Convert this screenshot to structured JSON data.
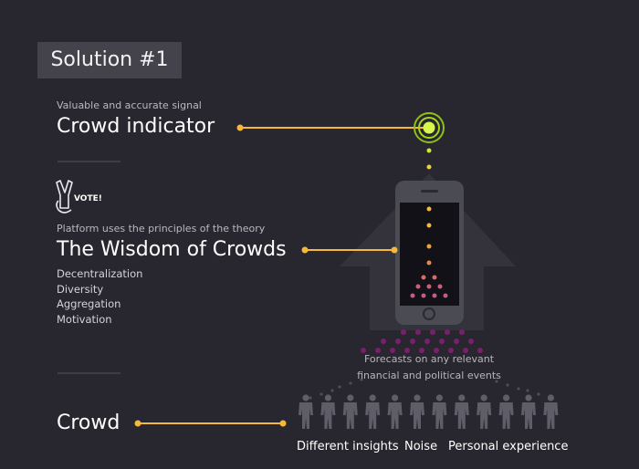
{
  "header": {
    "title": "Solution #1"
  },
  "signal": {
    "subtitle": "Valuable and accurate signal",
    "title": "Crowd indicator"
  },
  "vote": {
    "badge": "VOTE!"
  },
  "theory": {
    "subtitle": "Platform uses the principles of the theory",
    "title": "The Wisdom of Crowds",
    "principles": [
      "Decentralization",
      "Diversity",
      "Aggregation",
      "Motivation"
    ]
  },
  "forecasts": {
    "line1": "Forecasts on any relevant",
    "line2": "financial and political events"
  },
  "crowd": {
    "title": "Crowd"
  },
  "inputs": {
    "labels": [
      "Different insights",
      "Noise",
      "Personal experience"
    ]
  },
  "colors": {
    "background": "#28272f",
    "title_box": "#44434b",
    "connector": "#f5b83b",
    "signal_green": "#b8ee1e",
    "dot_pink": "#c45a8a",
    "dot_purple": "#7a1f6d",
    "phone": "#4a4a52",
    "arrow": "#35343d"
  },
  "icons": [
    "vote-hand-icon",
    "signal-target-icon",
    "smartphone-icon",
    "person-icon",
    "upward-arrow-icon"
  ]
}
